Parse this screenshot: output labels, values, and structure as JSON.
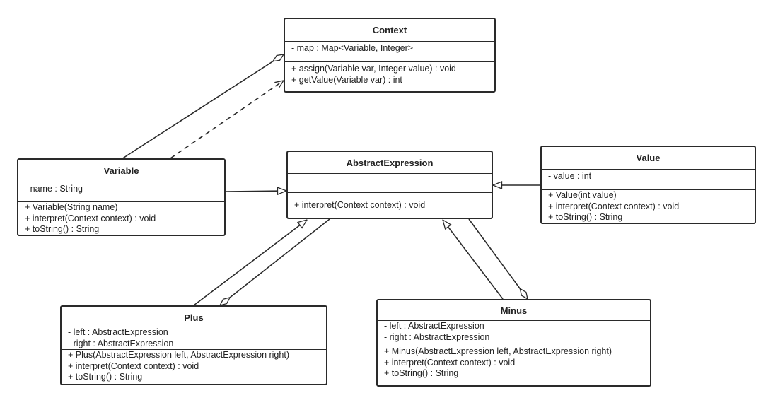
{
  "classes": {
    "context": {
      "name": "Context",
      "attributes": [
        "- map : Map<Variable, Integer>"
      ],
      "operations": [
        "+ assign(Variable var, Integer value) : void",
        "+ getValue(Variable var) : int"
      ]
    },
    "abstract_expression": {
      "name": "AbstractExpression",
      "attributes": [],
      "operations": [
        "+ interpret(Context context) : void"
      ]
    },
    "variable": {
      "name": "Variable",
      "attributes": [
        "- name : String"
      ],
      "operations": [
        "+ Variable(String name)",
        "+ interpret(Context context) : void",
        "+ toString() : String"
      ]
    },
    "value": {
      "name": "Value",
      "attributes": [
        "- value : int"
      ],
      "operations": [
        "+ Value(int value)",
        "+ interpret(Context context) : void",
        "+ toString() : String"
      ]
    },
    "plus": {
      "name": "Plus",
      "attributes": [
        "- left : AbstractExpression",
        "- right : AbstractExpression"
      ],
      "operations": [
        "+ Plus(AbstractExpression left, AbstractExpression right)",
        "+ interpret(Context context) : void",
        "+ toString() : String"
      ]
    },
    "minus": {
      "name": "Minus",
      "attributes": [
        "- left : AbstractExpression",
        "- right : AbstractExpression"
      ],
      "operations": [
        "+ Minus(AbstractExpression left, AbstractExpression right)",
        "+ interpret(Context context) : void",
        "+ toString() : String"
      ]
    }
  },
  "relations": [
    {
      "type": "aggregation",
      "from": "variable",
      "to": "context"
    },
    {
      "type": "dependency",
      "from": "variable",
      "to": "context"
    },
    {
      "type": "generalization",
      "from": "variable",
      "to": "abstract_expression"
    },
    {
      "type": "generalization",
      "from": "value",
      "to": "abstract_expression"
    },
    {
      "type": "generalization",
      "from": "plus",
      "to": "abstract_expression"
    },
    {
      "type": "aggregation",
      "from": "abstract_expression",
      "to": "plus"
    },
    {
      "type": "generalization",
      "from": "minus",
      "to": "abstract_expression"
    },
    {
      "type": "aggregation",
      "from": "abstract_expression",
      "to": "minus"
    }
  ],
  "colors": {
    "line": "#2a2a2a",
    "background": "#ffffff"
  }
}
